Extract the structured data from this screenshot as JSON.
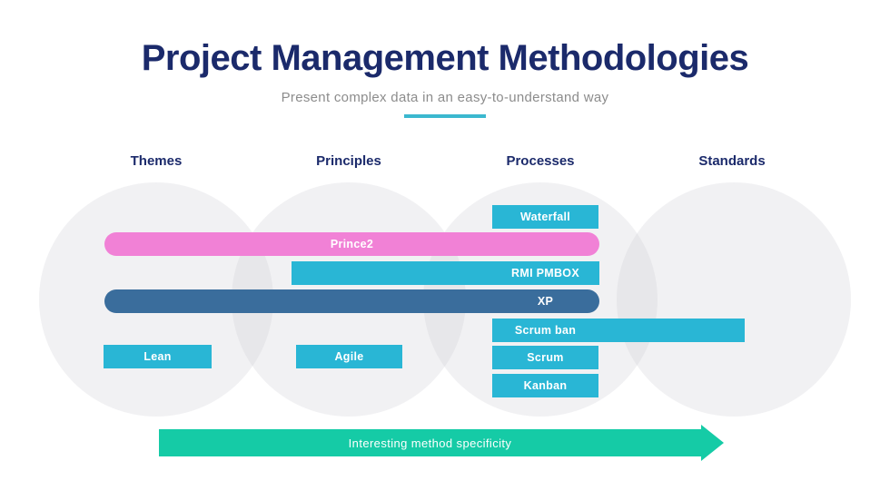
{
  "title": "Project Management Methodologies",
  "subtitle": "Present complex data in an easy-to-understand way",
  "columns": [
    {
      "label": "Themes"
    },
    {
      "label": "Principles"
    },
    {
      "label": "Processes"
    },
    {
      "label": "Standards"
    }
  ],
  "bars": [
    {
      "label": "Waterfall",
      "color": "#29b6d5",
      "spans": [
        "Processes"
      ]
    },
    {
      "label": "Prince2",
      "color": "#f181d6",
      "spans": [
        "Themes",
        "Principles",
        "Processes"
      ]
    },
    {
      "label": "RMI PMBOX",
      "color": "#29b6d5",
      "spans": [
        "Principles",
        "Processes"
      ]
    },
    {
      "label": "XP",
      "color": "#3a6d9c",
      "spans": [
        "Themes",
        "Principles",
        "Processes"
      ]
    },
    {
      "label": "Scrum ban",
      "color": "#29b6d5",
      "spans": [
        "Processes",
        "Standards"
      ]
    },
    {
      "label": "Lean",
      "color": "#29b6d5",
      "spans": [
        "Themes"
      ]
    },
    {
      "label": "Agile",
      "color": "#29b6d5",
      "spans": [
        "Principles"
      ]
    },
    {
      "label": "Scrum",
      "color": "#29b6d5",
      "spans": [
        "Processes"
      ]
    },
    {
      "label": "Kanban",
      "color": "#29b6d5",
      "spans": [
        "Processes"
      ]
    }
  ],
  "arrow": {
    "label": "Interesting method specificity",
    "color": "#15cba6"
  },
  "colors": {
    "title_navy": "#1b2a6b",
    "subtitle_gray": "#8c8c8c",
    "teal": "#29b6d5",
    "pink": "#f181d6",
    "steel_blue": "#3a6d9c",
    "arrow_green": "#15cba6",
    "divider_teal": "#3bb8cf",
    "circle_gray": "#f1f1f3"
  }
}
